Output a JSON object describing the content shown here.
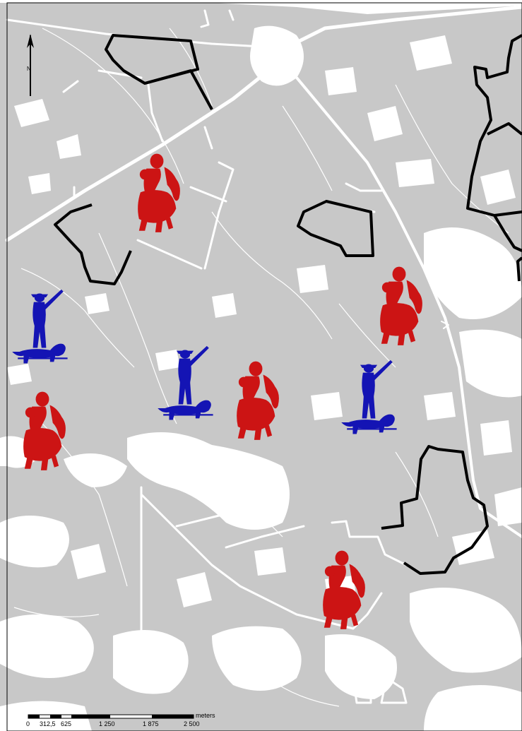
{
  "map": {
    "colors": {
      "background": "#c8c8c8",
      "open_land": "#ffffff",
      "boundary": "#000000",
      "road": "#ffffff",
      "rider_icon": "#cc1414",
      "hunter_icon": "#1414b4"
    },
    "north_arrow": {
      "label": "N",
      "icon": "north-arrow-icon"
    },
    "markers": {
      "riders": [
        {
          "name": "rider-1",
          "icon": "horse-rider-icon"
        },
        {
          "name": "rider-2",
          "icon": "horse-rider-icon"
        },
        {
          "name": "rider-3",
          "icon": "horse-rider-icon"
        },
        {
          "name": "rider-4",
          "icon": "horse-rider-icon"
        },
        {
          "name": "rider-5",
          "icon": "horse-rider-icon"
        }
      ],
      "hunters": [
        {
          "name": "hunter-1",
          "icon": "hunter-with-dog-icon"
        },
        {
          "name": "hunter-2",
          "icon": "hunter-with-dog-icon"
        },
        {
          "name": "hunter-3",
          "icon": "hunter-with-dog-icon"
        }
      ]
    },
    "scale_bar": {
      "unit": "meters",
      "ticks": [
        "0",
        "312,5",
        "625",
        "1 250",
        "1 875",
        "2 500"
      ]
    }
  }
}
